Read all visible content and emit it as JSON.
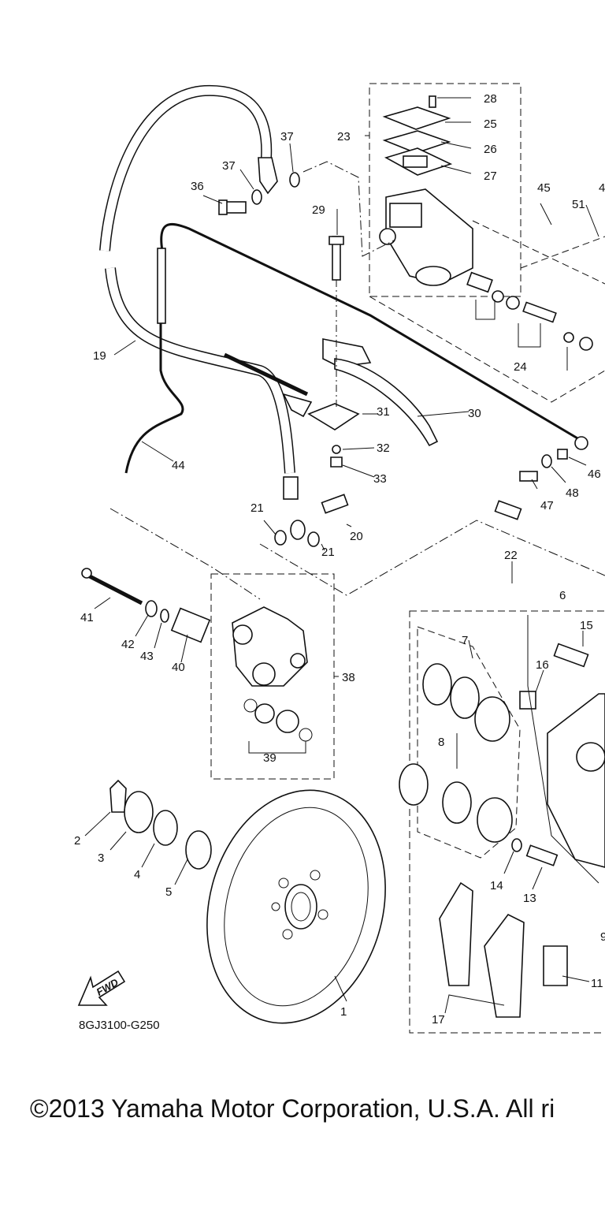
{
  "diagram_code": "8GJ3100-G250",
  "fwd_label": "FWD",
  "copyright": "©2013 Yamaha Motor Corporation, U.S.A. All ri",
  "callouts": [
    "1",
    "2",
    "3",
    "4",
    "5",
    "6",
    "7",
    "8",
    "9",
    "11",
    "13",
    "14",
    "15",
    "16",
    "17",
    "19",
    "20",
    "21",
    "21",
    "22",
    "23",
    "24",
    "25",
    "26",
    "27",
    "28",
    "29",
    "30",
    "31",
    "32",
    "33",
    "36",
    "37",
    "37",
    "38",
    "39",
    "40",
    "41",
    "42",
    "43",
    "44",
    "45",
    "46",
    "47",
    "48",
    "51",
    "4"
  ]
}
